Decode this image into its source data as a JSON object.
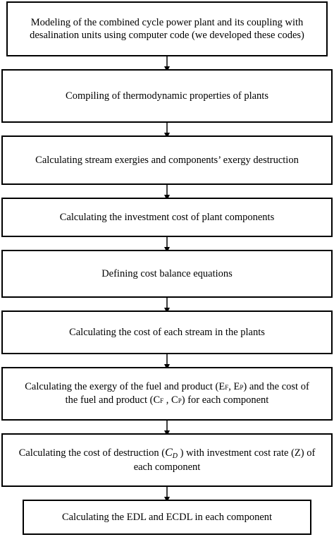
{
  "steps": {
    "s1": "Modeling of the combined cycle power plant and its coupling with desalination units using computer code (we developed these codes)",
    "s2": "Compiling of thermodynamic properties of plants",
    "s3": "Calculating stream exergies and components’ exergy destruction",
    "s4": "Calculating the investment cost of plant components",
    "s5": "Defining cost balance equations",
    "s6": "Calculating the cost of each stream in the plants",
    "s7": {
      "a": "Calculating the exergy of the fuel and product (E",
      "ef_sub": "F",
      "b": ", E",
      "ep_sub": "P",
      "c": ") and the cost of the fuel and product (C",
      "cf_sub": "F",
      "d": " , C",
      "cp_sub": "P",
      "e": ") for each component"
    },
    "s8": {
      "a": "Calculating the cost of destruction (",
      "cd": "C",
      "cd_sub": "D",
      "b": " ) with investment cost rate (Z) of each component"
    },
    "s9": "Calculating the EDL and ECDL in each component"
  }
}
